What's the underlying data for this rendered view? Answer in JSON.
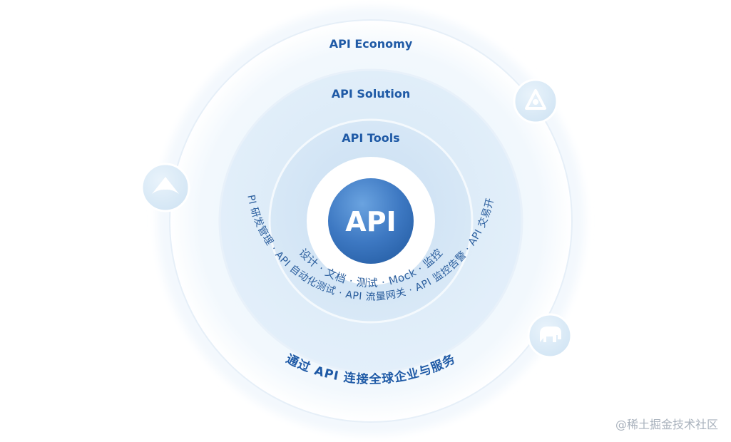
{
  "diagram": {
    "outer_ring_label": "API Economy",
    "middle_ring_label": "API Solution",
    "inner_ring_label": "API Tools",
    "core_label": "API",
    "tools_arc_text": "设计 · 文档 · 测试 · Mock · 监控",
    "solution_arc_text": "API 研发管理 · API 自动化测试 · API 流量网关 · API 监控告警 · API 交易开放",
    "economy_arc_text": "通过 API 连接全球企业与服务",
    "icons": [
      "cloud-peak-icon",
      "triangle-logo-icon",
      "elephant-icon"
    ]
  },
  "watermark": "@稀土掘金技术社区",
  "colors": {
    "core_gradient_light": "#5b94d6",
    "core_gradient_dark": "#2a63aa",
    "ring_text": "#1f5aa6"
  }
}
